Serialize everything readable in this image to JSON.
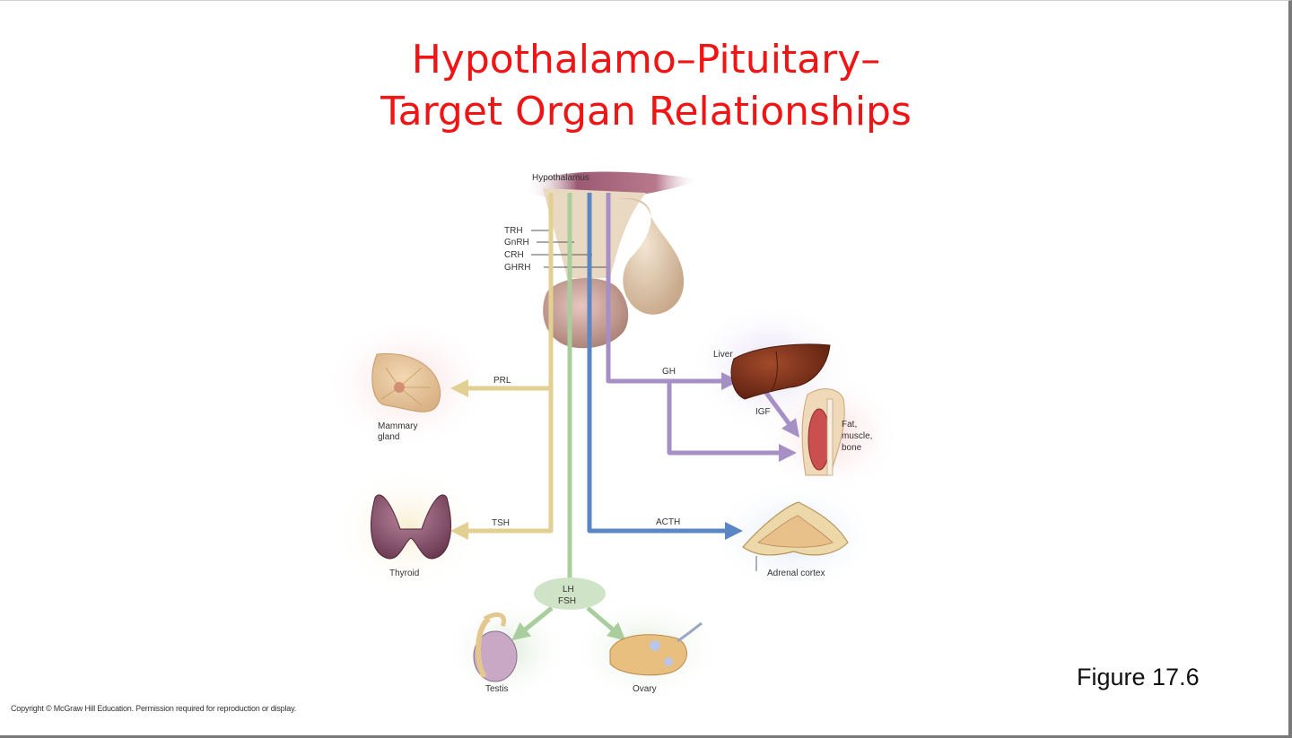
{
  "slide": {
    "title_line1": "Hypothalamo–Pituitary–",
    "title_line2": "Target Organ Relationships",
    "figure_label": "Figure 17.6",
    "copyright": "Copyright © McGraw Hill Education. Permission required for reproduction or display."
  },
  "diagram": {
    "hypothalamus": "Hypothalamus",
    "releasing_hormones": [
      "TRH",
      "GnRH",
      "CRH",
      "GHRH"
    ],
    "hormones": {
      "prl": "PRL",
      "tsh": "TSH",
      "gh": "GH",
      "igf": "IGF",
      "acth": "ACTH",
      "lh": "LH",
      "fsh": "FSH"
    },
    "organs": {
      "mammary_line1": "Mammary",
      "mammary_line2": "gland",
      "thyroid": "Thyroid",
      "liver": "Liver",
      "fat_line1": "Fat,",
      "fat_line2": "muscle,",
      "fat_line3": "bone",
      "adrenal": "Adrenal cortex",
      "testis": "Testis",
      "ovary": "Ovary"
    },
    "colors": {
      "prl_tsh_pathway": "#e2cf92",
      "gonadotropin_pathway": "#a9cd9c",
      "acth_pathway": "#5b86c5",
      "gh_pathway": "#a68fc4",
      "title": "#f01414"
    }
  }
}
